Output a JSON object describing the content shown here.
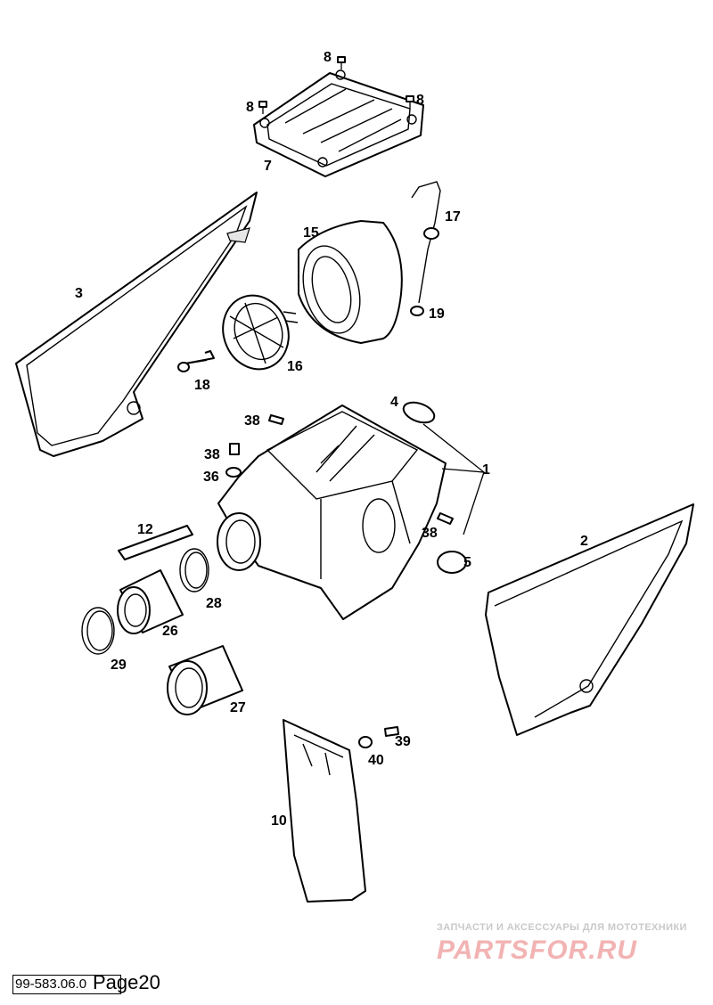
{
  "callouts": {
    "c1": "1",
    "c2": "2",
    "c3": "3",
    "c4": "4",
    "c5": "5",
    "c7": "7",
    "c8a": "8",
    "c8b": "8",
    "c8c": "8",
    "c10": "10",
    "c12": "12",
    "c15": "15",
    "c16": "16",
    "c17": "17",
    "c18": "18",
    "c19": "19",
    "c26": "26",
    "c27": "27",
    "c28": "28",
    "c29": "29",
    "c36": "36",
    "c38a": "38",
    "c38b": "38",
    "c38c": "38",
    "c39": "39",
    "c40": "40"
  },
  "watermark": {
    "tagline": "ЗАПЧАСТИ И АКСЕССУАРЫ ДЛЯ МОТОТЕХНИКИ",
    "logo": "PARTSFOR.RU"
  },
  "footer": {
    "doc_code": "99-583.06.0",
    "page_label": "Page20"
  }
}
